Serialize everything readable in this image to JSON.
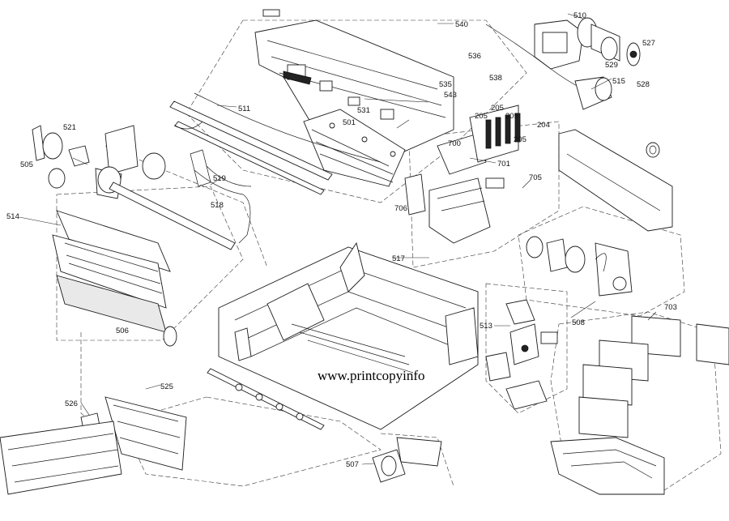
{
  "watermark": "www.printcopyinfo",
  "callouts": {
    "c510": "510",
    "c540": "540",
    "c527": "527",
    "c529": "529",
    "c528": "528",
    "c536": "536",
    "c535": "535",
    "c538": "538",
    "c543": "543",
    "c515": "515",
    "c511": "511",
    "c531": "531",
    "c501": "501",
    "c205a": "205",
    "c205b": "205",
    "c205c": "205",
    "c205d": "205",
    "c204": "204",
    "c700": "700",
    "c701": "701",
    "c521": "521",
    "c505": "505",
    "c519": "519",
    "c518": "518",
    "c706": "706",
    "c705": "705",
    "c514": "514",
    "c517": "517",
    "c506": "506",
    "c513": "513",
    "c508": "508",
    "c703": "703",
    "c525": "525",
    "c526": "526",
    "c507": "507"
  }
}
